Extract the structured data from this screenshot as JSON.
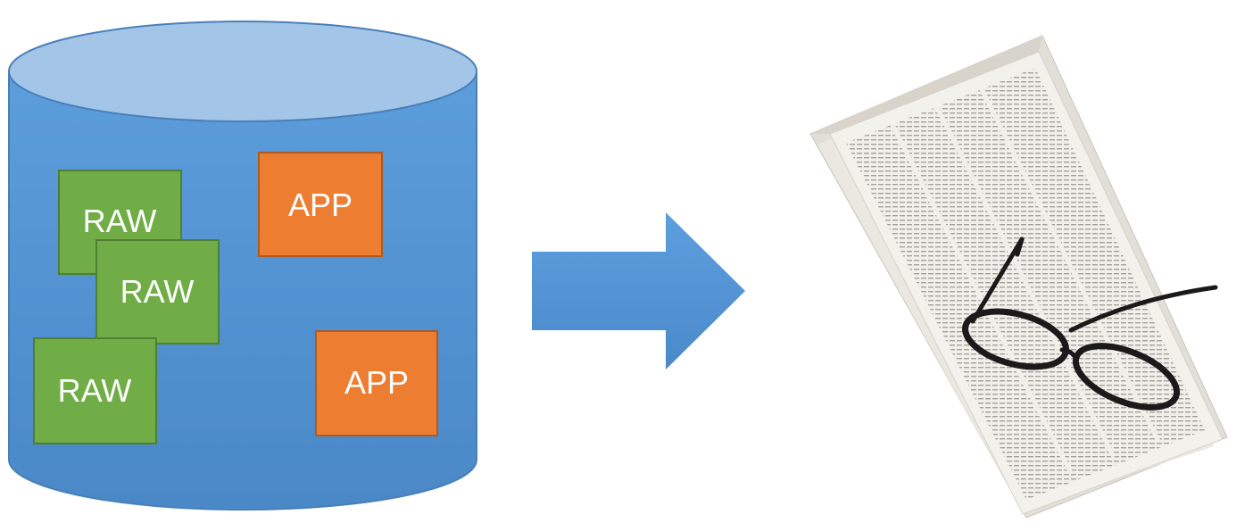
{
  "database": {
    "raw_items": [
      {
        "label": "RAW"
      },
      {
        "label": "RAW"
      },
      {
        "label": "RAW"
      }
    ],
    "app_items": [
      {
        "label": "APP"
      },
      {
        "label": "APP"
      }
    ]
  },
  "output": {
    "icon": "newspaper-with-glasses-icon"
  },
  "colors": {
    "cylinder_body": "#5b9bd5",
    "cylinder_top": "#a9c9ea",
    "cylinder_edge": "#4a89c8",
    "raw_fill": "#70ad47",
    "raw_stroke": "#507e32",
    "app_fill": "#ed7d31",
    "app_stroke": "#ae5a21",
    "arrow": "#5b9bd5"
  }
}
